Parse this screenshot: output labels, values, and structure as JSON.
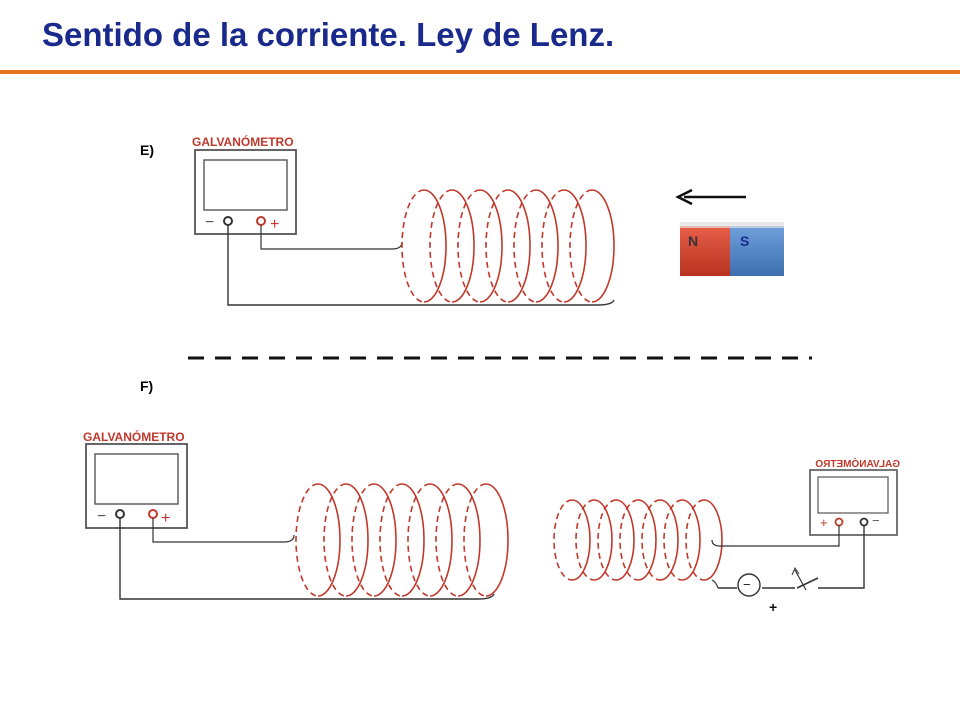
{
  "title": "Sentido de la corriente. Ley de Lenz.",
  "colors": {
    "title": "#1a2a8c",
    "accent_rule": "#e8731a",
    "coil": "#c0392b",
    "wire": "#333333",
    "magnet_north": "#d64532",
    "magnet_south": "#4f86c6"
  },
  "scenario_e": {
    "label": "E)",
    "galvanometer": {
      "name": "GALVANÓMETRO",
      "minus": "−",
      "plus": "+"
    },
    "magnet": {
      "north": "N",
      "south": "S",
      "motion": "left"
    }
  },
  "scenario_f": {
    "label": "F)",
    "galvanometer_left": {
      "name": "GALVANÓMETRO",
      "minus": "−",
      "plus": "+"
    },
    "galvanometer_right": {
      "name": "GALVANÓMETRO",
      "minus": "−",
      "plus": "+",
      "mirrored": true
    },
    "battery": {
      "minus": "−",
      "plus": "+"
    },
    "switch_state": "open"
  }
}
